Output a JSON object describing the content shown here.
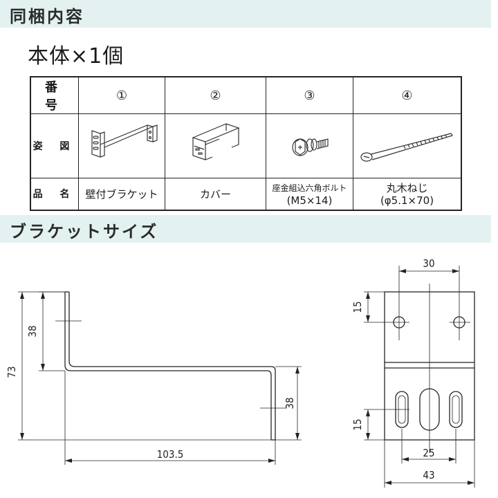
{
  "section1": {
    "title": "同梱内容"
  },
  "main_body": "本体×1個",
  "parts_table": {
    "headers": {
      "number": "番 号",
      "shape": "姿 図",
      "name": "品 名"
    },
    "columns": [
      {
        "number": "①",
        "name": "壁付ブラケット",
        "spec": ""
      },
      {
        "number": "②",
        "name": "カバー",
        "spec": ""
      },
      {
        "number": "③",
        "name": "座金組込六角ボルト",
        "spec": "(M5×14)"
      },
      {
        "number": "④",
        "name": "丸木ねじ",
        "spec": "(φ5.1×70)"
      }
    ]
  },
  "section2": {
    "title": "ブラケットサイズ"
  },
  "dimensions": {
    "side_height": "73",
    "side_upper": "38",
    "side_lower": "38",
    "side_length": "103.5",
    "front_top_spacing": "30",
    "front_top_offset": "15",
    "front_bottom_offset": "15",
    "front_slot_spacing": "25",
    "front_width": "43"
  }
}
